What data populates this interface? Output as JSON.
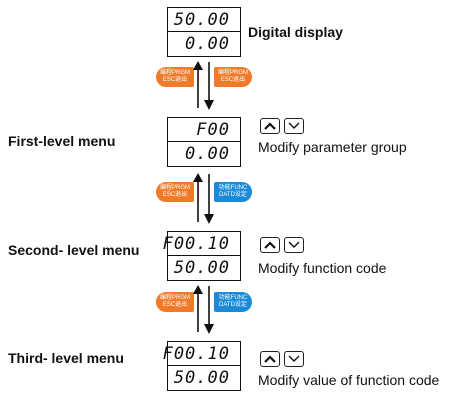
{
  "screens": [
    {
      "top": "50.00",
      "bottom": "0.00",
      "label": "Digital display"
    },
    {
      "top": "F00",
      "bottom": "0.00",
      "label": "First-level menu",
      "note": "Modify parameter group"
    },
    {
      "top": "F00.10",
      "bottom": "50.00",
      "label": "Second- level menu",
      "note": "Modify function code"
    },
    {
      "top": "F00.10",
      "bottom": "50.00",
      "label": "Third- level menu",
      "note": "Modify value of function  code"
    }
  ],
  "keys": {
    "prgm_top": "编程PRGM",
    "prgm_bottom": "ESC退出",
    "func_top": "功能FUNC",
    "func_bottom": "DATD设定"
  },
  "colors": {
    "prgm_key": "#f07a28",
    "func_key": "#1a8ad8"
  },
  "icons": {
    "up": "up-arrow-key-icon",
    "down": "down-arrow-key-icon"
  }
}
